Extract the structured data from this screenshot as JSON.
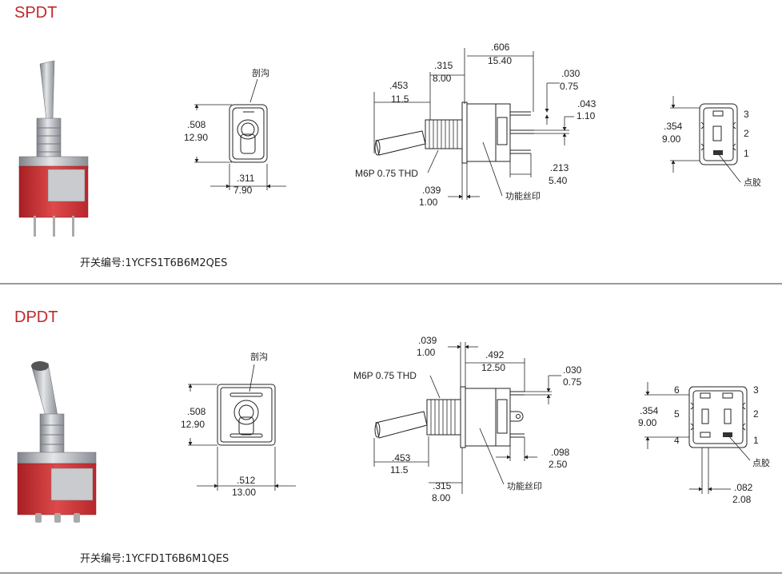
{
  "spdt": {
    "title": "SPDT",
    "part_label": "开关编号:1YCFS1T6B6M2QES",
    "front": {
      "groove_label": "剖沟",
      "height": [
        ".508",
        "12.90"
      ],
      "width": [
        ".311",
        "7.90"
      ]
    },
    "side": {
      "thread_label": "M6P 0.75 THD",
      "marking_label": "功能丝印",
      "d_453": [
        ".453",
        "11.5"
      ],
      "d_315": [
        ".315",
        "8.00"
      ],
      "d_606": [
        ".606",
        "15.40"
      ],
      "d_030": [
        ".030",
        "0.75"
      ],
      "d_043": [
        ".043",
        "1.10"
      ],
      "d_213": [
        ".213",
        "5.40"
      ],
      "d_039": [
        ".039",
        "1.00"
      ]
    },
    "bottom": {
      "height": [
        ".354",
        "9.00"
      ],
      "pins": [
        "3",
        "2",
        "1"
      ],
      "glue_label": "点胶"
    }
  },
  "dpdt": {
    "title": "DPDT",
    "part_label": "开关编号:1YCFD1T6B6M1QES",
    "front": {
      "groove_label": "剖沟",
      "height": [
        ".508",
        "12.90"
      ],
      "width": [
        ".512",
        "13.00"
      ]
    },
    "side": {
      "thread_label": "M6P 0.75 THD",
      "marking_label": "功能丝印",
      "d_039": [
        ".039",
        "1.00"
      ],
      "d_492": [
        ".492",
        "12.50"
      ],
      "d_030": [
        ".030",
        "0.75"
      ],
      "d_453": [
        ".453",
        "11.5"
      ],
      "d_315": [
        ".315",
        "8.00"
      ],
      "d_098": [
        ".098",
        "2.50"
      ]
    },
    "bottom": {
      "height": [
        ".354",
        "9.00"
      ],
      "pins_left": [
        "6",
        "5",
        "4"
      ],
      "pins_right": [
        "3",
        "2",
        "1"
      ],
      "pitch": [
        ".082",
        "2.08"
      ],
      "glue_label": "点胶"
    }
  },
  "colors": {
    "title": "#c0282d",
    "divider": "#9a9a9a",
    "switch_body": "#d23b3b",
    "metal": "#b9bcc1"
  }
}
